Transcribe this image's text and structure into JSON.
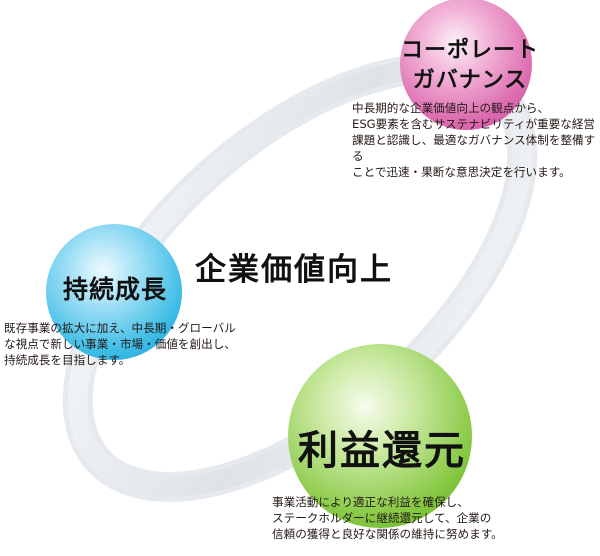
{
  "center": {
    "title": "企業価値向上"
  },
  "nodes": [
    {
      "id": "governance",
      "title_lines": [
        "コーポレート",
        "ガバナンス"
      ],
      "description": "中長期的な企業価値向上の観点から、\nESG要素を含むサステナビリティが重要な経営\n課題と認識し、最適なガバナンス体制を整備する\nことで迅速・果断な意思決定を行います。",
      "color": "#e277b5"
    },
    {
      "id": "growth",
      "title": "持続成長",
      "description": "既存事業の拡大に加え、中長期・グローバル\nな視点で新しい事業・市場・価値を創出し、\n持続成長を目指します。",
      "color": "#45c3e8"
    },
    {
      "id": "return",
      "title": "利益還元",
      "description": "事業活動により適正な利益を確保し、\nステークホルダーに継続還元して、企業の\n信頼の獲得と良好な関係の維持に努めます。",
      "color": "#8fcf4a"
    }
  ]
}
